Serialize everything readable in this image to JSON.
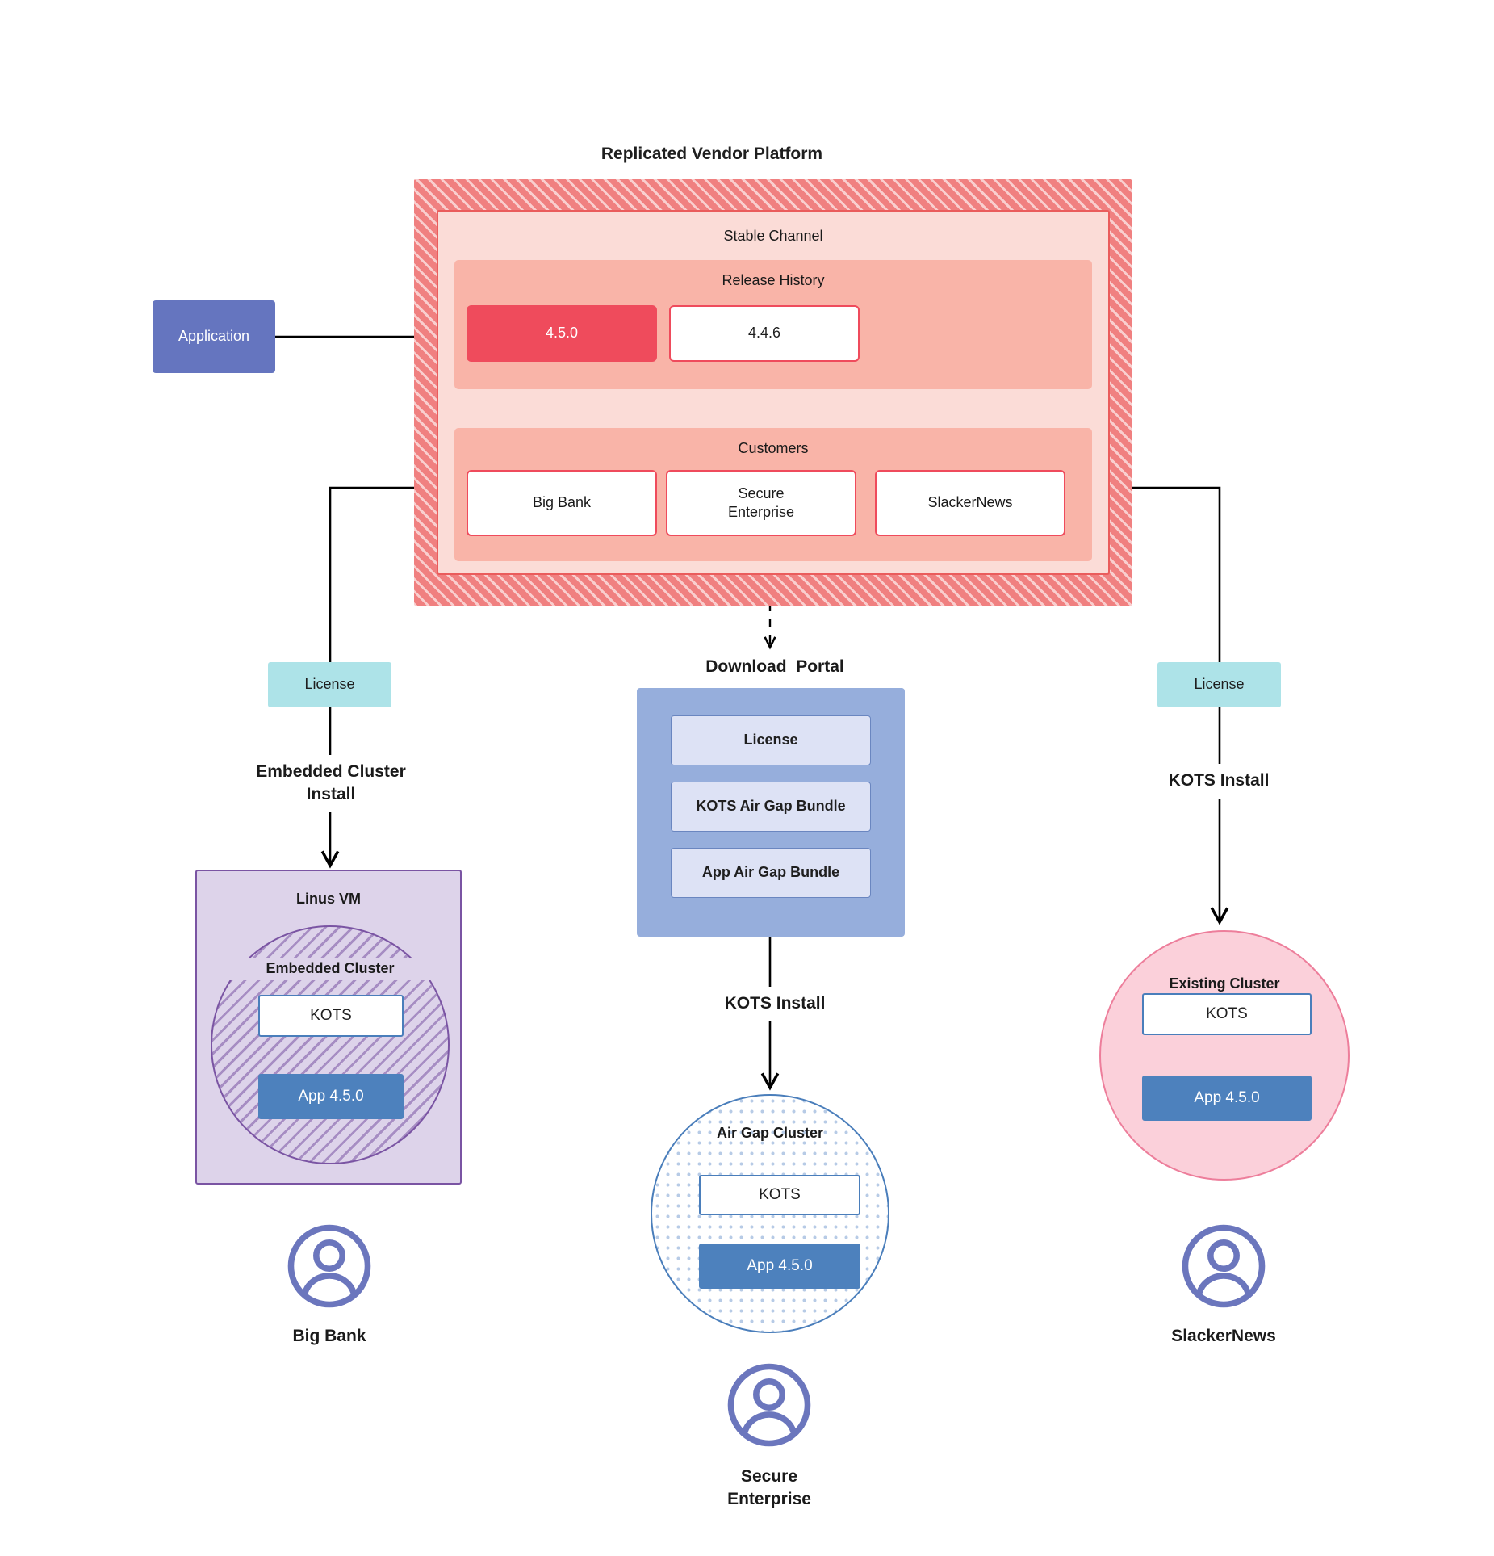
{
  "diagram": {
    "title": "Replicated Vendor Platform",
    "application_box": {
      "label": "Application"
    },
    "platform": {
      "channel": {
        "title": "Stable Channel",
        "release_history": {
          "title": "Release History",
          "releases": [
            {
              "version": "4.5.0",
              "state": "current"
            },
            {
              "version": "4.4.6",
              "state": "previous"
            }
          ]
        },
        "customers": {
          "title": "Customers",
          "items": [
            {
              "name": "Big Bank"
            },
            {
              "name": "Secure\nEnterprise"
            },
            {
              "name": "SlackerNews"
            }
          ]
        }
      }
    },
    "download_portal": {
      "title": "Download  Portal",
      "items": [
        {
          "label": "License"
        },
        {
          "label": "KOTS Air Gap Bundle"
        },
        {
          "label": "App Air Gap Bundle"
        }
      ]
    },
    "licenses": {
      "left_label": "License",
      "right_label": "License"
    },
    "install_labels": {
      "left": "Embedded Cluster\nInstall",
      "middle": "KOTS Install",
      "right": "KOTS Install"
    },
    "columns": [
      {
        "id": "big-bank",
        "host": {
          "label": "Linus VM"
        },
        "cluster": {
          "label": "Embedded Cluster"
        },
        "kots": {
          "label": "KOTS"
        },
        "app": {
          "label": "App 4.5.0"
        },
        "customer_name": "Big Bank"
      },
      {
        "id": "secure-enterprise",
        "cluster": {
          "label": "Air Gap Cluster"
        },
        "kots": {
          "label": "KOTS"
        },
        "app": {
          "label": "App 4.5.0"
        },
        "customer_name": "Secure\nEnterprise"
      },
      {
        "id": "slackernews",
        "cluster": {
          "label": "Existing Cluster"
        },
        "kots": {
          "label": "KOTS"
        },
        "app": {
          "label": "App 4.5.0"
        },
        "customer_name": "SlackerNews"
      }
    ],
    "colors": {
      "platform_hatch": "#f08080",
      "channel_fill": "#fbdcd7",
      "panel_fill": "#f9b4a8",
      "release_current": "#ef4b5c",
      "application": "#6575bf",
      "license": "#ade3e8",
      "portal": "#96aedc",
      "portal_item": "#dde2f5",
      "linux_vm": "#ddd3ea",
      "linux_vm_border": "#7a54a3",
      "existing_cluster": "#fbd0da",
      "existing_cluster_border": "#ed7e9b",
      "airgap_border": "#4a7ebb",
      "app_box": "#4d81bd",
      "avatar": "#6b76bd",
      "connector": "#000000"
    }
  }
}
